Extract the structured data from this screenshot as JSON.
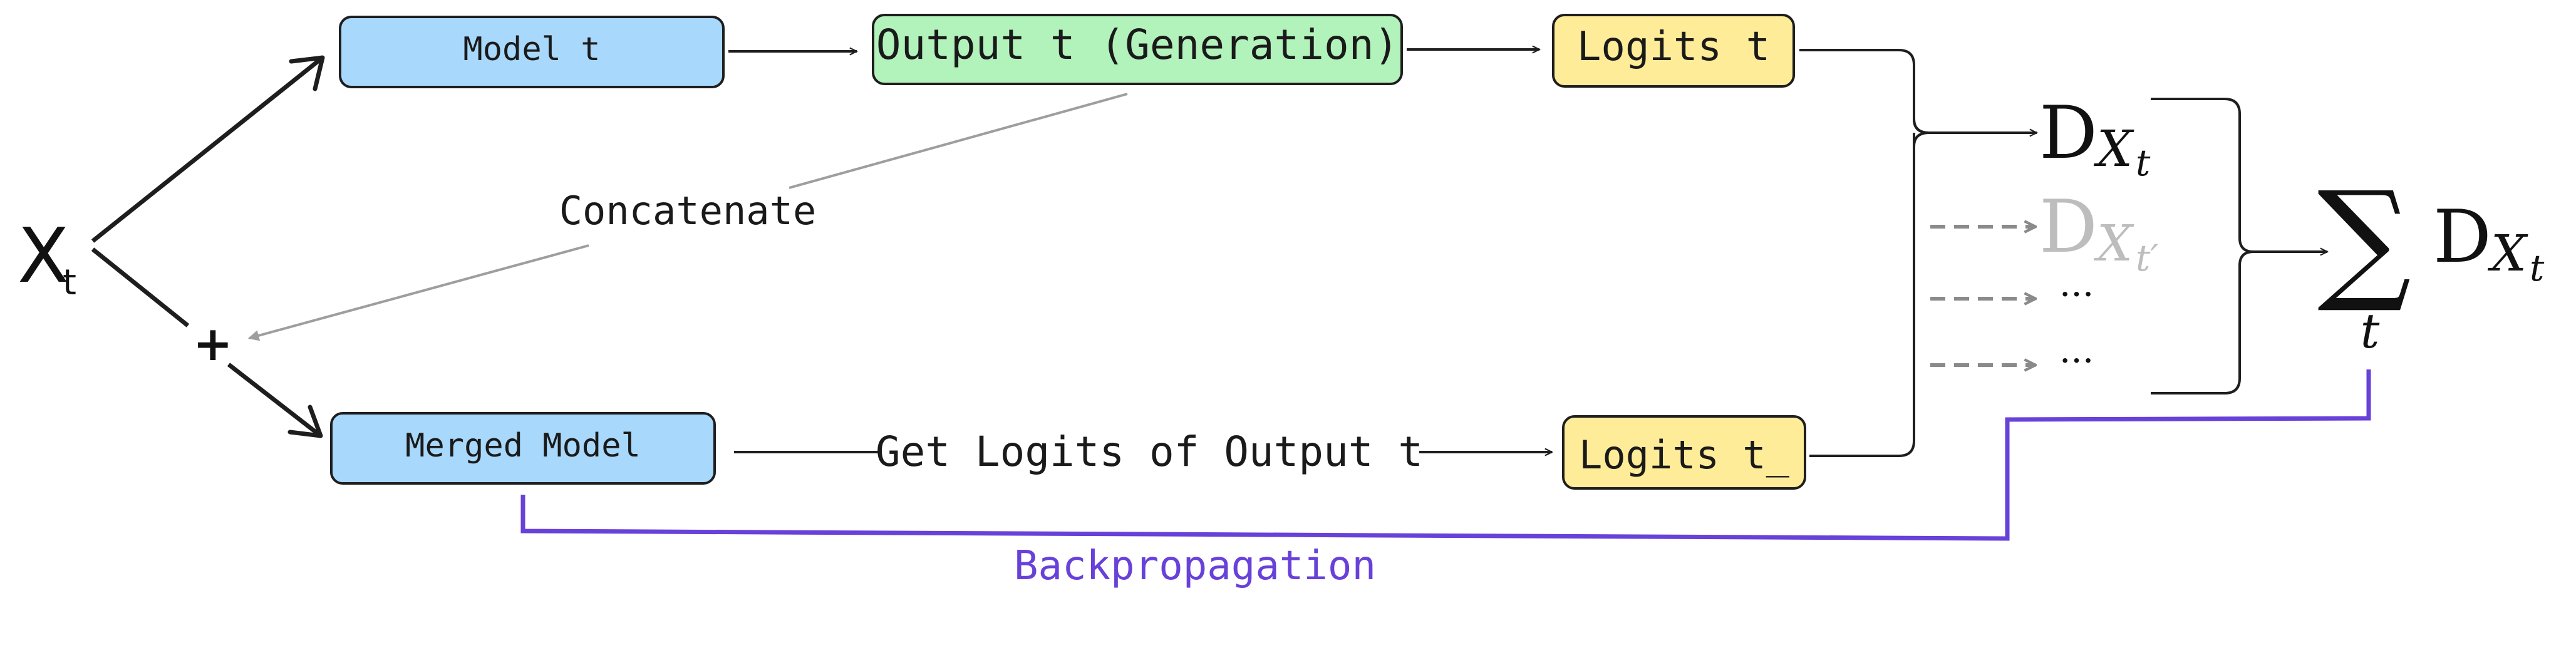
{
  "diagram": {
    "input": {
      "symbol": "X",
      "subscript": "t"
    },
    "plus": "+",
    "nodes": {
      "model_t": {
        "label": "Model t",
        "color": "#a8d8fb"
      },
      "output_t": {
        "label": "Output t (Generation)",
        "color": "#b2f2bb"
      },
      "logits_t": {
        "label": "Logits t",
        "color": "#ffec99"
      },
      "merged_model": {
        "label": "Merged Model",
        "color": "#a8d8fb"
      },
      "logits_t_merged": {
        "label": "Logits t_",
        "color": "#ffec99"
      }
    },
    "edge_labels": {
      "concatenate": "Concatenate",
      "get_logits": "Get Logits of Output t",
      "backprop": "Backpropagation"
    },
    "divergence": {
      "main": {
        "symbol": "D",
        "sub_var": "X",
        "sub_sub": "t"
      },
      "other": {
        "symbol": "D",
        "sub_var": "X",
        "sub_sub": "t′"
      },
      "ellipsis": "···"
    },
    "sum": {
      "operator": "∑",
      "index": "t",
      "term_symbol": "D",
      "term_sub_var": "X",
      "term_sub_sub": "t"
    },
    "colors": {
      "backprop": "#6741d9",
      "faded": "#bdbdbd",
      "dashed": "#8a8a8a",
      "concat_line": "#9e9e9e",
      "stroke": "#1e1e1e"
    }
  }
}
